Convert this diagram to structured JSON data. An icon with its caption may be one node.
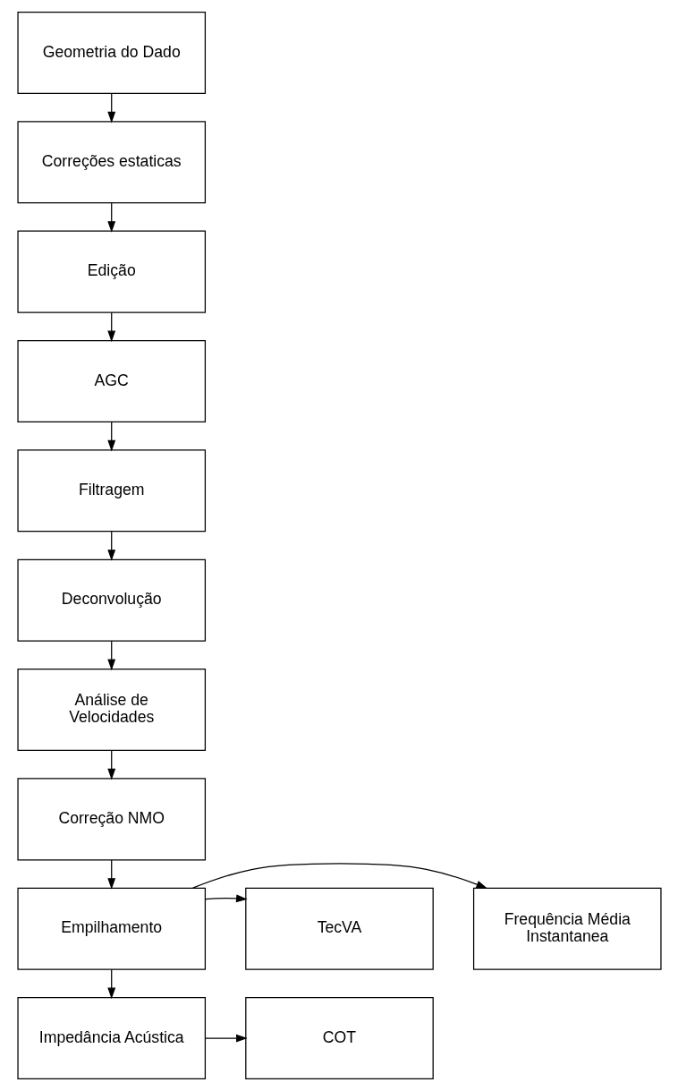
{
  "diagram": {
    "nodes": [
      {
        "text": [
          "Geometria do Dado"
        ]
      },
      {
        "text": [
          "Correções estaticas"
        ]
      },
      {
        "text": [
          "Edição"
        ]
      },
      {
        "text": [
          "AGC"
        ]
      },
      {
        "text": [
          "Filtragem"
        ]
      },
      {
        "text": [
          "Deconvolução"
        ]
      },
      {
        "text": [
          "Análise de Velocidades"
        ]
      },
      {
        "text": [
          "Correção NMO"
        ]
      },
      {
        "text": [
          "Frequência Média Instantanea"
        ]
      },
      {
        "text": [
          "Empilhamento"
        ]
      },
      {
        "text": [
          "TecVA"
        ]
      },
      {
        "text": [
          "Impedância Acústica"
        ]
      },
      {
        "text": [
          "COT"
        ]
      }
    ],
    "edges": [
      {
        "from": 0,
        "to": 1,
        "arrow": "to"
      },
      {
        "from": 1,
        "to": 2,
        "arrow": "to"
      },
      {
        "from": 2,
        "to": 3,
        "arrow": "to"
      },
      {
        "from": 3,
        "to": 4,
        "arrow": "to"
      },
      {
        "from": 4,
        "to": 5,
        "arrow": "to"
      },
      {
        "from": 5,
        "to": 6,
        "arrow": "to"
      },
      {
        "from": 6,
        "to": 7,
        "arrow": "to"
      },
      {
        "from": 7,
        "to": 9,
        "arrow": "to"
      },
      {
        "from": 9,
        "to": 8,
        "arrow": "to"
      },
      {
        "from": 9,
        "to": 10,
        "arrow": "to"
      },
      {
        "from": 9,
        "to": 11,
        "arrow": "to"
      },
      {
        "from": 11,
        "to": 12,
        "arrow": "to"
      }
    ]
  }
}
